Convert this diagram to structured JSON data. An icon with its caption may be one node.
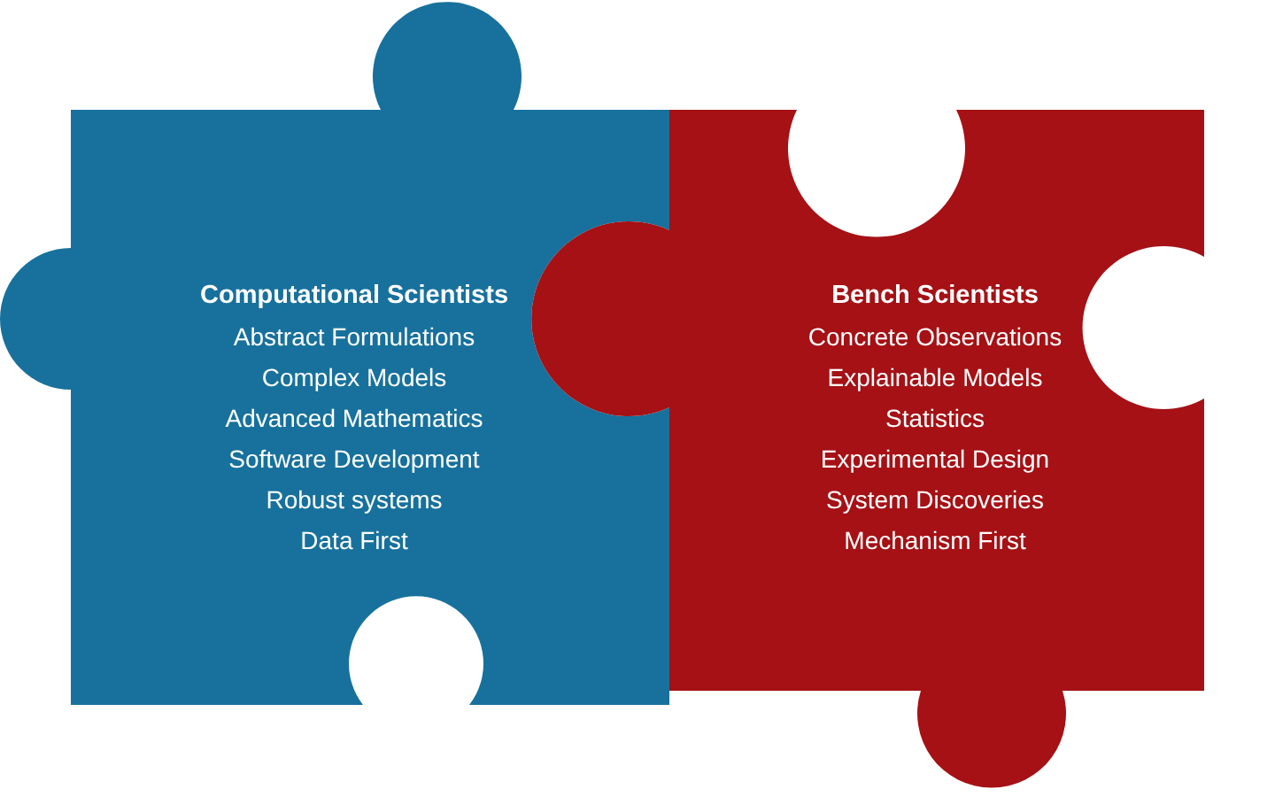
{
  "diagram": {
    "nodes": [
      {
        "text": [
          "Computational Scientists",
          "Abstract Formulations",
          "Complex Models",
          "Advanced Mathematics",
          "Software Development",
          "Robust systems",
          "Data First"
        ]
      },
      {
        "text": [
          "Bench Scientists",
          "Concrete Observations",
          "Explainable Models",
          "Statistics",
          "Experimental Design",
          "System Discoveries",
          "Mechanism First"
        ]
      }
    ]
  }
}
